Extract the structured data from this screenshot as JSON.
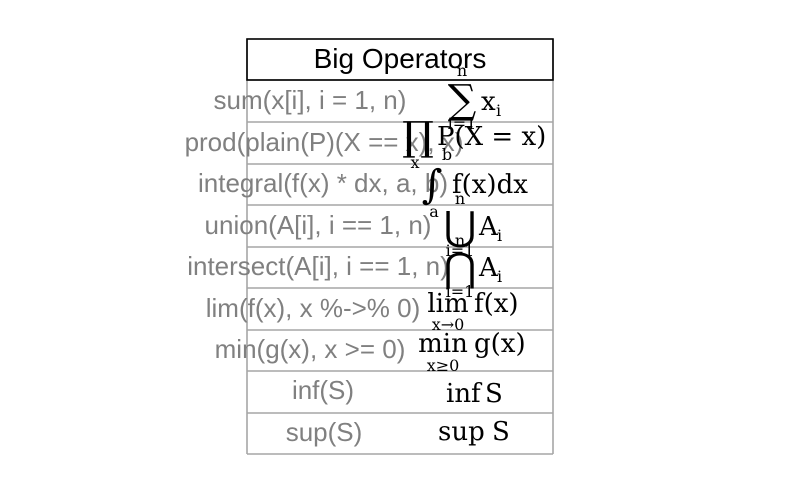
{
  "title": "Big Operators",
  "rows": [
    {
      "code": "sum(x[i], i = 1, n)"
    },
    {
      "code": "prod(plain(P)(X == x), x)"
    },
    {
      "code": "integral(f(x) * dx, a, b)"
    },
    {
      "code": "union(A[i], i == 1, n)"
    },
    {
      "code": "intersect(A[i], i == 1, n)"
    },
    {
      "code": "lim(f(x), x %->% 0)"
    },
    {
      "code": "min(g(x), x >= 0)"
    },
    {
      "code": "inf(S)"
    },
    {
      "code": "sup(S)"
    }
  ],
  "math": {
    "sum": {
      "op": "∑",
      "upper": "n",
      "lower": "i=1",
      "body": "x",
      "sub": "i"
    },
    "prod": {
      "op": "∏",
      "lower": "x",
      "body": "P(X = x)"
    },
    "integral": {
      "op": "∫",
      "upper": "b",
      "lower": "a",
      "body": "f(x)dx"
    },
    "union": {
      "op": "⋃",
      "upper": "n",
      "lower": "i=1",
      "body": "A",
      "sub": "i"
    },
    "intersect": {
      "op": "⋂",
      "upper": "n",
      "lower": "i=1",
      "body": "A",
      "sub": "i"
    },
    "lim": {
      "op": "lim",
      "lower": "x→0",
      "body": "f(x)"
    },
    "min": {
      "op": "min",
      "lower": "x≥0",
      "body": "g(x)"
    },
    "inf": {
      "op": "inf",
      "body": "S"
    },
    "sup": {
      "op": "sup",
      "body": "S"
    }
  }
}
